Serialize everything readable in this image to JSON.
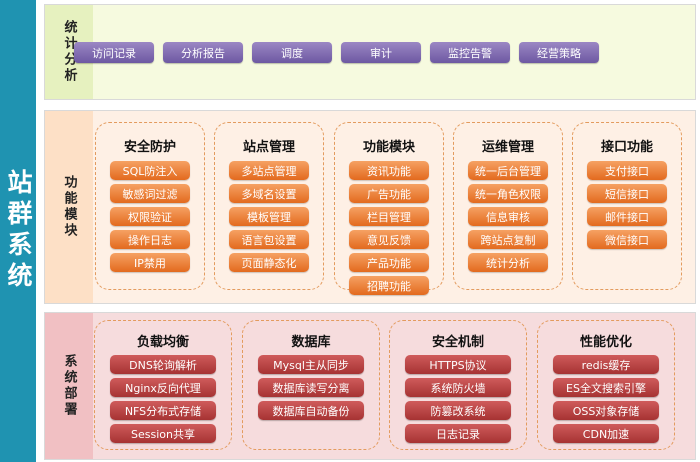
{
  "main_title": "站群系统",
  "stats": {
    "label": "统计分析",
    "items": [
      "访问记录",
      "分析报告",
      "调度",
      "审计",
      "监控告警",
      "经营策略"
    ]
  },
  "functions": {
    "label": "功能模块",
    "groups": [
      {
        "title": "安全防护",
        "items": [
          "SQL防注入",
          "敏感词过滤",
          "权限验证",
          "操作日志",
          "IP禁用"
        ]
      },
      {
        "title": "站点管理",
        "items": [
          "多站点管理",
          "多域名设置",
          "模板管理",
          "语言包设置",
          "页面静态化"
        ]
      },
      {
        "title": "功能模块",
        "items": [
          "资讯功能",
          "广告功能",
          "栏目管理",
          "意见反馈",
          "产品功能",
          "招聘功能"
        ]
      },
      {
        "title": "运维管理",
        "items": [
          "统一后台管理",
          "统一角色权限",
          "信息审核",
          "跨站点复制",
          "统计分析"
        ]
      },
      {
        "title": "接口功能",
        "items": [
          "支付接口",
          "短信接口",
          "邮件接口",
          "微信接口"
        ]
      }
    ]
  },
  "system": {
    "label": "系统部署",
    "groups": [
      {
        "title": "负载均衡",
        "items": [
          "DNS轮询解析",
          "Nginx反向代理",
          "NFS分布式存储",
          "Session共享"
        ]
      },
      {
        "title": "数据库",
        "items": [
          "Mysql主从同步",
          "数据库读写分离",
          "数据库自动备份"
        ]
      },
      {
        "title": "安全机制",
        "items": [
          "HTTPS协议",
          "系统防火墙",
          "防篡改系统",
          "日志记录"
        ]
      },
      {
        "title": "性能优化",
        "items": [
          "redis缓存",
          "ES全文搜索引擎",
          "OSS对象存储",
          "CDN加速"
        ]
      }
    ]
  }
}
